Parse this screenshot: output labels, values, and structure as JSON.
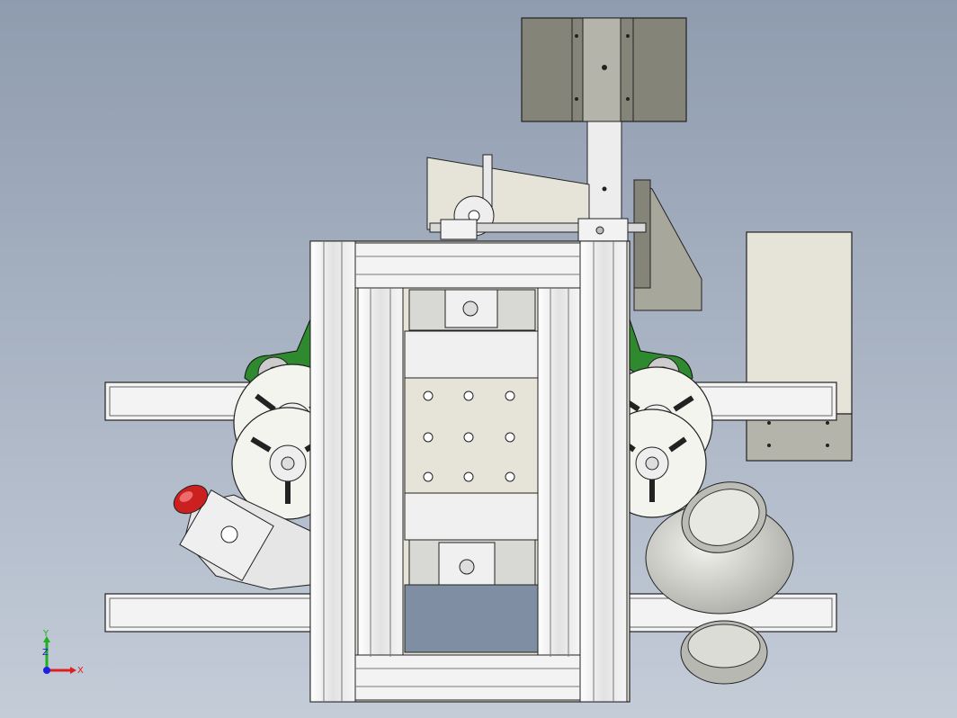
{
  "viewport": {
    "background_top": "#8f9caf",
    "background_bottom": "#c4ccd8"
  },
  "model": {
    "frame_color": "#eeeeee",
    "frame_shadow": "#9a9a9a",
    "plate_color": "#e6e4d8",
    "bracket_color": "#858478",
    "green_color": "#2f8a2f",
    "estop_color": "#cc1f1f",
    "funnel_color": "#d0d0cc"
  },
  "triad": {
    "x_label": "X",
    "y_label": "Y",
    "z_label": "Z",
    "x_color": "#e02020",
    "y_color": "#20b020",
    "z_color": "#2020e0"
  }
}
